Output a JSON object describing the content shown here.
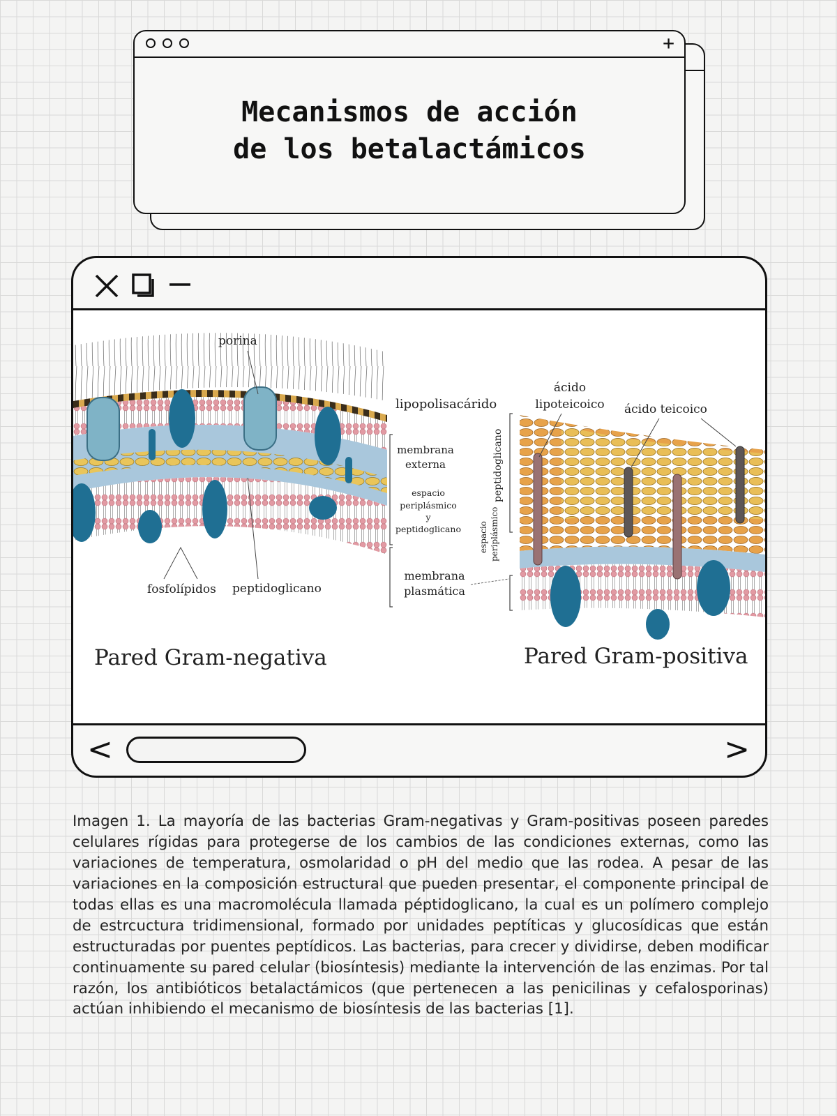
{
  "title": {
    "line1": "Mecanismos de acción",
    "line2": "de los betalactámicos"
  },
  "figure": {
    "labels": {
      "porina": "porina",
      "lipopolisacarido": "lipopolisacárido",
      "membrana_externa_1": "membrana",
      "membrana_externa_2": "externa",
      "espacio_1": "espacio",
      "espacio_2": "periplásmico",
      "espacio_3": "y",
      "espacio_4": "peptidoglicano",
      "membrana_plasmatica_1": "membrana",
      "membrana_plasmatica_2": "plasmática",
      "fosfolipidos": "fosfolípidos",
      "peptidoglicano": "peptidoglicano",
      "acido_lipoteicoico_1": "ácido",
      "acido_lipoteicoico_2": "lipoteicoico",
      "acido_teicoico": "ácido teicoico",
      "peptidoglicano_vertical": "peptidoglicano",
      "espacio_vertical_1": "espacio",
      "espacio_vertical_2": "periplásmico",
      "pared_gram_negativa": "Pared Gram-negativa",
      "pared_gram_positiva": "Pared Gram-positiva"
    }
  },
  "caption": "Imagen 1. La mayoría de las bacterias Gram-negativas y Gram-positivas poseen paredes celulares rígidas para protegerse de los cambios de las condiciones externas, como las variaciones de temperatura, osmolaridad o pH del medio que las rodea. A pesar de las variaciones en la composición estructural que pueden presentar, el componente principal de todas ellas es una macromolécula llamada péptidoglicano, la cual es un polímero complejo de estrcuctura tridimensional, formado por unidades peptíticas y glucosídicas que están estructuradas por puentes peptídicos. Las bacterias, para crecer y dividirse, deben modificar continuamente su pared celular (biosíntesis) mediante la intervención de las enzimas. Por tal razón, los antibióticos betalactámicos (que pertenecen a las penicilinas y cefalosporinas) actúan inhibiendo el mecanismo de biosíntesis de las bacterias [1].",
  "icons": {
    "close": "close-icon",
    "restore": "restore-icon",
    "minimize": "minimize-icon",
    "back": "chevron-left-icon",
    "forward": "chevron-right-icon",
    "add": "plus-icon"
  },
  "nav": {
    "back": "<",
    "forward": ">"
  },
  "title_window": {
    "add": "+"
  },
  "colors": {
    "membrane_blue": "#a9c7dc",
    "protein_blue": "#1f6f93",
    "lipid_head": "#e8a0a8",
    "peptidoglycan_orange": "#e7a24a",
    "peptidoglycan_yellow": "#e9c55a"
  }
}
